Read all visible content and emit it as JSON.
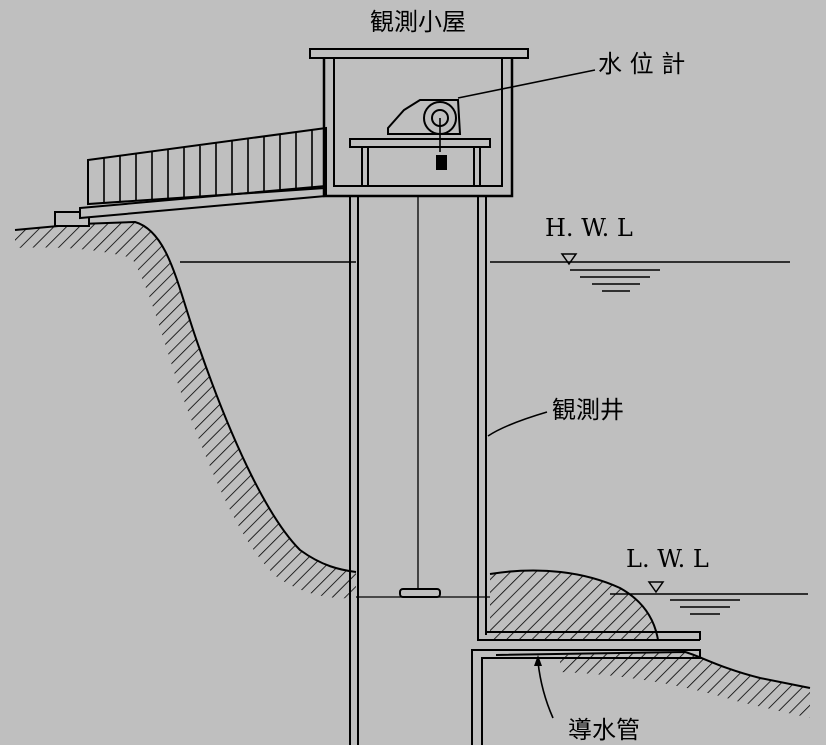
{
  "labels": {
    "observation_hut": "観測小屋",
    "water_level_gauge": "水 位 計",
    "high_water_level": "H. W. L",
    "observation_well": "観測井",
    "low_water_level": "L. W. L",
    "intake_pipe": "導水管"
  }
}
